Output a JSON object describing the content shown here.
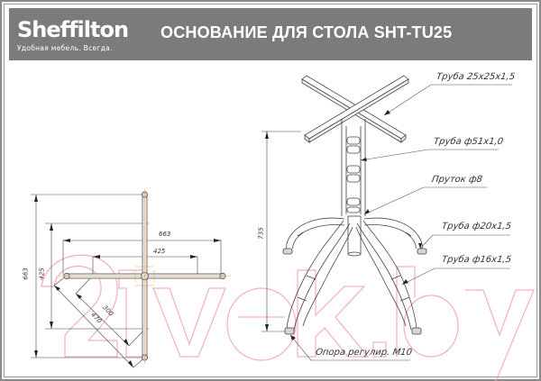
{
  "header": {
    "brand": "Sheffilton",
    "tagline": "Удобная мебель. Всегда.",
    "title": "ОСНОВАНИЕ ДЛЯ СТОЛА SHT-TU25",
    "background_color": "#7b7b7b"
  },
  "top_view": {
    "dimensions": {
      "overall_vertical": "663",
      "inner_vertical": "425",
      "overall_horizontal": "663",
      "inner_horizontal": "425",
      "diagonal_inner": "300",
      "diagonal_outer": "470"
    }
  },
  "side_view": {
    "height_dimension": "735",
    "callouts": [
      {
        "label": "Труба 25х25х1,5"
      },
      {
        "label": "Труба ф51х1,0"
      },
      {
        "label": "Пруток ф8"
      },
      {
        "label": "Труба ф20х1,5"
      },
      {
        "label": "Труба ф16х1,5"
      },
      {
        "label": "Опора регулир. М10"
      }
    ]
  },
  "watermark": {
    "text": "21vek.by",
    "color": "#f2a6b8"
  }
}
